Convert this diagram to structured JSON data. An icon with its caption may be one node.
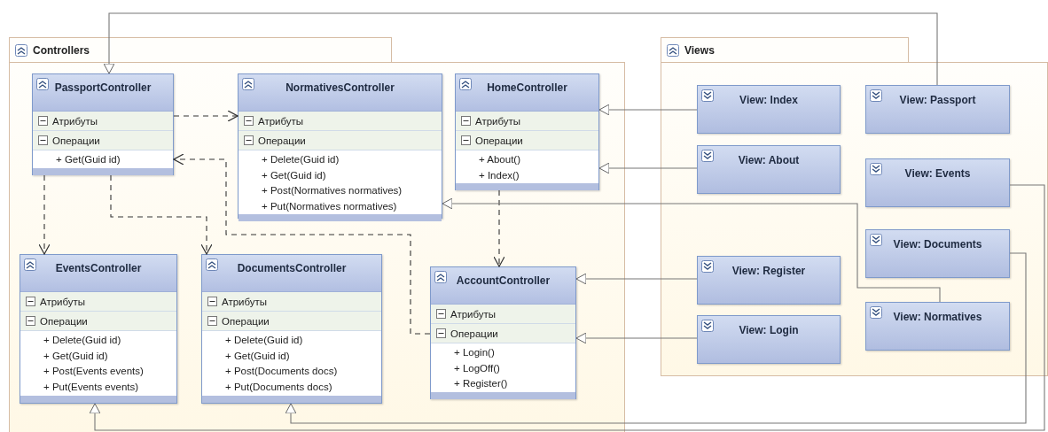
{
  "diagram": {
    "nodes": [
      {
        "text": [
          "Controllers"
        ]
      },
      {
        "text": [
          "PassportController",
          "Атрибуты",
          "Операции",
          "+ Get(Guid id)"
        ],
        "in": 0
      },
      {
        "text": [
          "NormativesController",
          "Атрибуты",
          "Операции",
          "+ Delete(Guid id)",
          "+ Get(Guid id)",
          "+ Post(Normatives normatives)",
          "+ Put(Normatives normatives)"
        ],
        "in": 0
      },
      {
        "text": [
          "HomeController",
          "Атрибуты",
          "Операции",
          "+ About()",
          "+ Index()"
        ],
        "in": 0
      },
      {
        "text": [
          "EventsController",
          "Атрибуты",
          "Операции",
          "+ Delete(Guid id)",
          "+ Get(Guid id)",
          "+ Post(Events events)",
          "+ Put(Events events)"
        ],
        "in": 0
      },
      {
        "text": [
          "DocumentsController",
          "Атрибуты",
          "Операции",
          "+ Delete(Guid id)",
          "+ Get(Guid id)",
          "+ Post(Documents docs)",
          "+ Put(Documents docs)"
        ],
        "in": 0
      },
      {
        "text": [
          "AccountController",
          "Атрибуты",
          "Операции",
          "+ Login()",
          "+ LogOff()",
          "+ Register()"
        ],
        "in": 0
      },
      {
        "text": [
          "Views"
        ]
      },
      {
        "text": [
          "View: Index"
        ],
        "in": 7
      },
      {
        "text": [
          "View: Passport"
        ],
        "in": 7
      },
      {
        "text": [
          "View: About"
        ],
        "in": 7
      },
      {
        "text": [
          "View: Events"
        ],
        "in": 7
      },
      {
        "text": [
          "View: Documents"
        ],
        "in": 7
      },
      {
        "text": [
          "View: Register"
        ],
        "in": 7
      },
      {
        "text": [
          "View: Normatives"
        ],
        "in": 7
      },
      {
        "text": [
          "View: Login"
        ],
        "in": 7
      }
    ],
    "edges": [
      {
        "from": 1,
        "to": 2,
        "arrow": "to",
        "style": "dashed"
      },
      {
        "from": 1,
        "to": 4,
        "arrow": "to",
        "style": "dashed"
      },
      {
        "from": 1,
        "to": 5,
        "arrow": "to",
        "style": "dashed"
      },
      {
        "from": 6,
        "to": 1,
        "arrow": "to",
        "style": "dashed"
      },
      {
        "from": 3,
        "to": 6,
        "arrow": "to",
        "style": "dashed"
      },
      {
        "from": 8,
        "to": 3,
        "arrow": "to"
      },
      {
        "from": 10,
        "to": 3,
        "arrow": "to"
      },
      {
        "from": 13,
        "to": 6,
        "arrow": "to"
      },
      {
        "from": 15,
        "to": 6,
        "arrow": "to"
      },
      {
        "from": 9,
        "to": 1,
        "arrow": "to"
      },
      {
        "from": 14,
        "to": 2,
        "arrow": "to"
      },
      {
        "from": 11,
        "to": 4,
        "arrow": "to"
      },
      {
        "from": 12,
        "to": 5,
        "arrow": "to"
      }
    ]
  }
}
